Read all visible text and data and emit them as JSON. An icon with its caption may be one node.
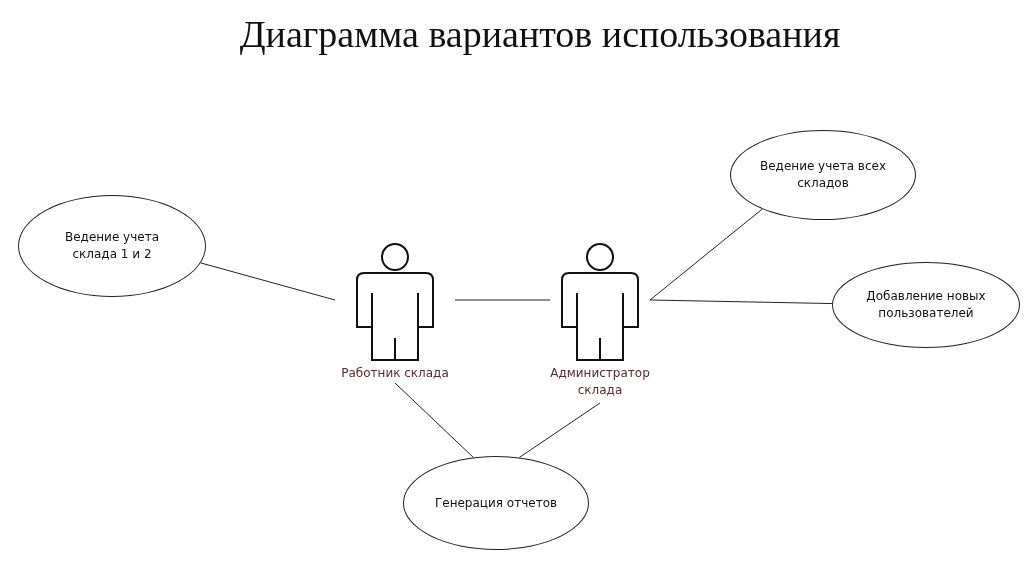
{
  "diagram": {
    "title": "Диаграмма вариантов использования",
    "nodes": [
      {
        "text": [
          "Ведение учета склада 1 и 2"
        ]
      },
      {
        "text": [
          "Работник склада"
        ]
      },
      {
        "text": [
          "Администратор склада"
        ]
      },
      {
        "text": [
          "Ведение учета всех складов"
        ]
      },
      {
        "text": [
          "Добавление новых пользователей"
        ]
      },
      {
        "text": [
          "Генерация отчетов"
        ]
      }
    ],
    "edges": [
      {
        "from": 0,
        "to": 1,
        "arrow": "none"
      },
      {
        "from": 1,
        "to": 2,
        "arrow": "none"
      },
      {
        "from": 2,
        "to": 3,
        "arrow": "none"
      },
      {
        "from": 2,
        "to": 4,
        "arrow": "none"
      },
      {
        "from": 1,
        "to": 5,
        "arrow": "none"
      },
      {
        "from": 2,
        "to": 5,
        "arrow": "none"
      }
    ]
  }
}
